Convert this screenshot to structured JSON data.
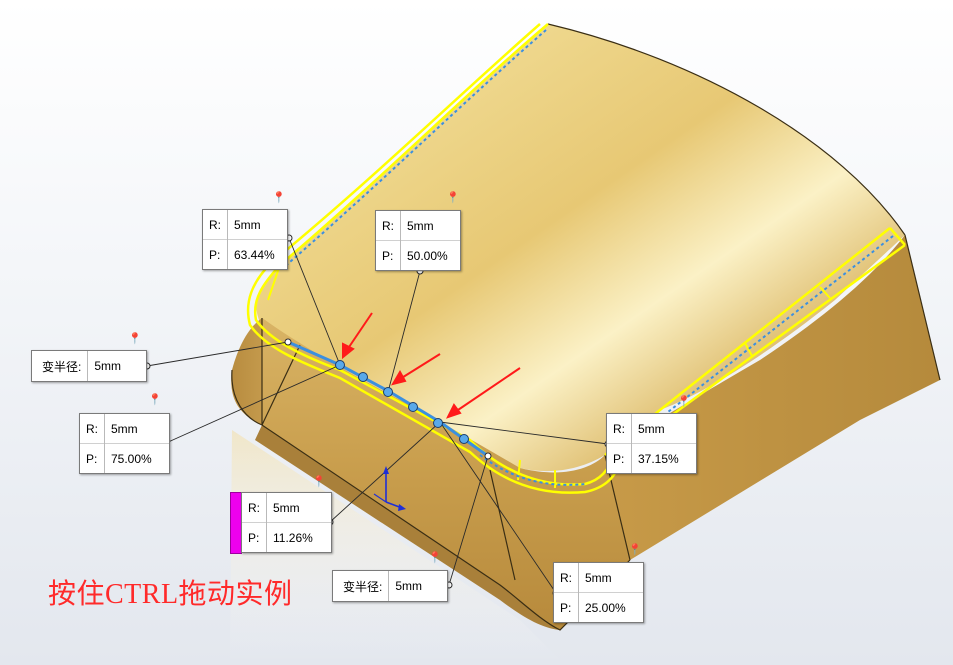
{
  "callouts": [
    {
      "r_key": "R:",
      "r_val": "5mm",
      "p_key": "P:",
      "p_val": "63.44%"
    },
    {
      "r_key": "R:",
      "r_val": "5mm",
      "p_key": "P:",
      "p_val": "50.00%"
    },
    {
      "r_key": "R:",
      "r_val": "5mm",
      "p_key": "P:",
      "p_val": "75.00%"
    },
    {
      "r_key": "R:",
      "r_val": "5mm",
      "p_key": "P:",
      "p_val": "37.15%"
    },
    {
      "r_key": "R:",
      "r_val": "5mm",
      "p_key": "P:",
      "p_val": "11.26%"
    },
    {
      "r_key": "R:",
      "r_val": "5mm",
      "p_key": "P:",
      "p_val": "25.00%"
    }
  ],
  "variable_radius": [
    {
      "label": "变半径:",
      "value": "5mm"
    },
    {
      "label": "变半径:",
      "value": "5mm"
    }
  ],
  "hint_text": "按住CTRL拖动实例",
  "pin_icon": "pushpin-icon",
  "colors": {
    "fillet_highlight": "#ffff00",
    "edge_blue": "#3b8fe0",
    "arrow_red": "#ff1a1a",
    "active_marker": "#ee00ee",
    "hint": "#ff2a2a"
  }
}
